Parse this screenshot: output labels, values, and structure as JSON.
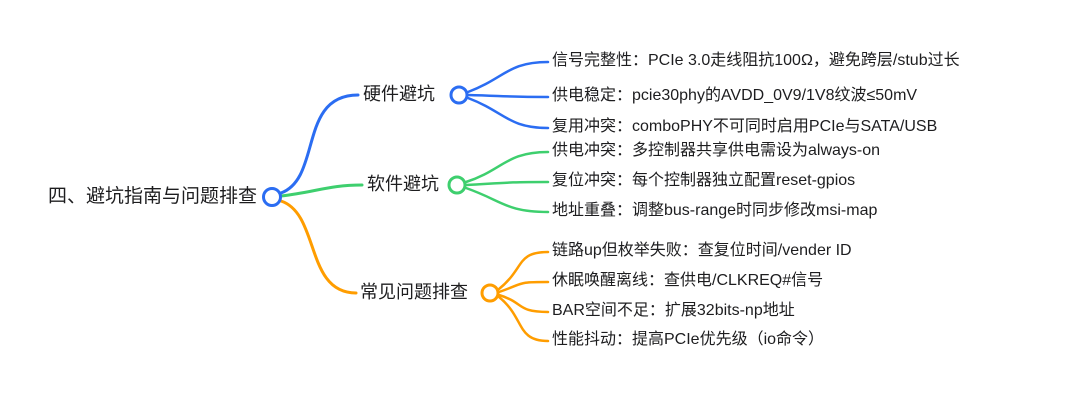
{
  "title": "PCIe mind map",
  "colors": {
    "blue": "#2b6df2",
    "green": "#3ecf6e",
    "orange": "#ff9d00",
    "text": "#1d1d1f",
    "node_fill": "#ffffff"
  },
  "root": {
    "label": "四、避坑指南与问题排查"
  },
  "branches": [
    {
      "label": "硬件避坑",
      "color": "#2b6df2",
      "children": [
        "信号完整性：PCIe 3.0走线阻抗100Ω，避免跨层/stub过长",
        "供电稳定：pcie30phy的AVDD_0V9/1V8纹波≤50mV",
        "复用冲突：comboPHY不可同时启用PCIe与SATA/USB"
      ]
    },
    {
      "label": "软件避坑",
      "color": "#3ecf6e",
      "children": [
        "供电冲突：多控制器共享供电需设为always-on",
        "复位冲突：每个控制器独立配置reset-gpios",
        "地址重叠：调整bus-range时同步修改msi-map"
      ]
    },
    {
      "label": "常见问题排查",
      "color": "#ff9d00",
      "children": [
        "链路up但枚举失败：查复位时间/vender ID",
        "休眠唤醒离线：查供电/CLKREQ#信号",
        "BAR空间不足：扩展32bits-np地址",
        "性能抖动：提高PCIe优先级（io命令）"
      ]
    }
  ]
}
